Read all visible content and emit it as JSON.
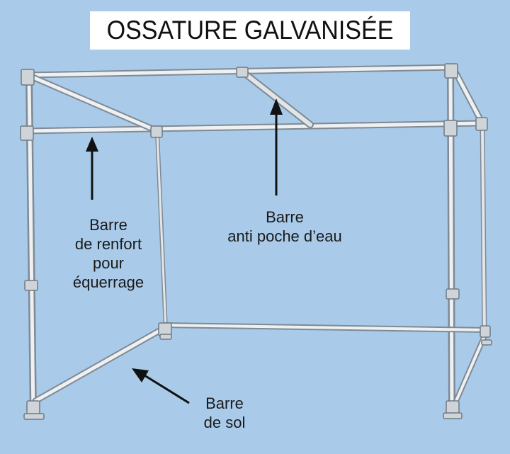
{
  "title": "OSSATURE GALVANISÉE",
  "labels": {
    "renfort": {
      "line1": "Barre",
      "line2": "de renfort",
      "line3": "pour",
      "line4": "équerrage"
    },
    "anti_poche": {
      "line1": "Barre",
      "line2": "anti poche d’eau"
    },
    "sol": {
      "line1": "Barre",
      "line2": "de sol"
    }
  },
  "colors": {
    "background": "#a9cbe9",
    "tube": "#e6e9ec",
    "tube_edge": "#7f8a94",
    "arrow": "#111111"
  }
}
